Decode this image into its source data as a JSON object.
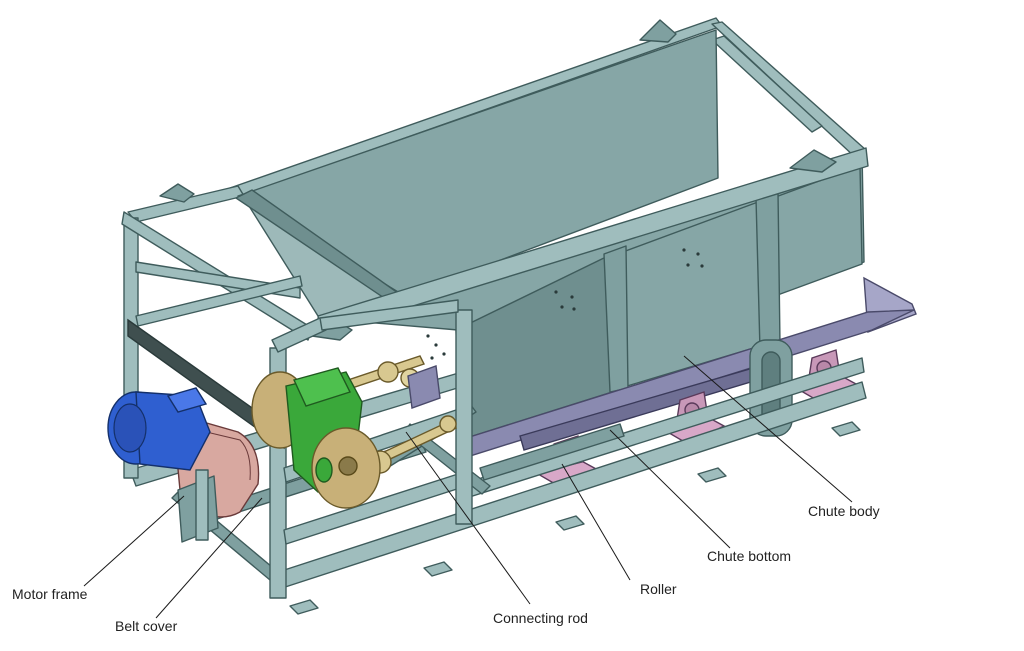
{
  "labels": {
    "motor_frame": "Motor frame",
    "belt_cover": "Belt cover",
    "connecting_rod": "Connecting rod",
    "roller": "Roller",
    "chute_bottom": "Chute bottom",
    "chute_body": "Chute body"
  },
  "colors": {
    "frame": "#9fbdbd",
    "frame_dark": "#7fa0a0",
    "outline": "#3f5c5c",
    "chute_panel": "#86a6a6",
    "chute_tray": "#a6a6c8",
    "motor": "#2f5fd0",
    "gearbox": "#3aa83a",
    "flange": "#c8b078",
    "belt_cover": "#d8a8a0",
    "roller_block": "#d8a8c8",
    "connecting_rod": "#d8c890"
  },
  "icons": [
    "motor-icon",
    "gearbox-icon",
    "roller-icon"
  ]
}
